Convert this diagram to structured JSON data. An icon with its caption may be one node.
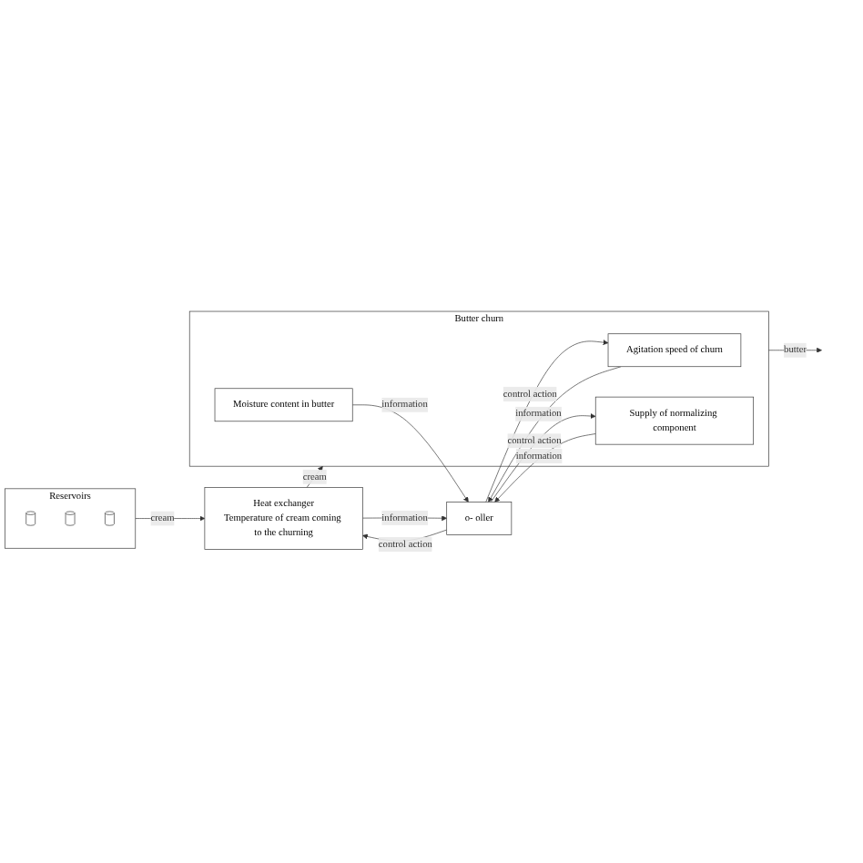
{
  "diagram": {
    "nodes": [
      {
        "text": [
          "o- oller"
        ]
      },
      {
        "text": [
          "Reservoirs"
        ]
      },
      {
        "text": [],
        "shape": "cylinder",
        "in": 1
      },
      {
        "text": [],
        "shape": "cylinder",
        "in": 1
      },
      {
        "text": [],
        "shape": "cylinder",
        "in": 1
      },
      {
        "text": [
          "Heat exchanger",
          "Temperature of cream coming to the churning"
        ]
      },
      {
        "text": [
          "Butter churn"
        ]
      },
      {
        "text": [
          "Agitation speed of churn"
        ],
        "in": 6
      },
      {
        "text": [
          "Supply of normalizing component"
        ],
        "in": 6
      },
      {
        "text": [
          "Moisture content in butter"
        ],
        "in": 6
      }
    ],
    "edges": [
      {
        "from": 1,
        "to": 5,
        "label": "cream",
        "arrow": "to"
      },
      {
        "from": 5,
        "to": 0,
        "label": "information",
        "arrow": "to"
      },
      {
        "from": 0,
        "to": 5,
        "label": "control action",
        "arrow": "to"
      },
      {
        "from": 5,
        "to": 6,
        "label": "cream",
        "arrow": "to"
      },
      {
        "from": 7,
        "to": 0,
        "label": "information",
        "arrow": "to"
      },
      {
        "from": 0,
        "to": 7,
        "label": "control action",
        "arrow": "to"
      },
      {
        "from": 8,
        "to": 0,
        "label": "information",
        "arrow": "to"
      },
      {
        "from": 0,
        "to": 8,
        "label": "control action",
        "arrow": "to"
      },
      {
        "from": 9,
        "to": 0,
        "label": "information",
        "arrow": "to"
      },
      {
        "from": 6,
        "to": null,
        "label": "butter",
        "arrow": "to"
      }
    ]
  }
}
